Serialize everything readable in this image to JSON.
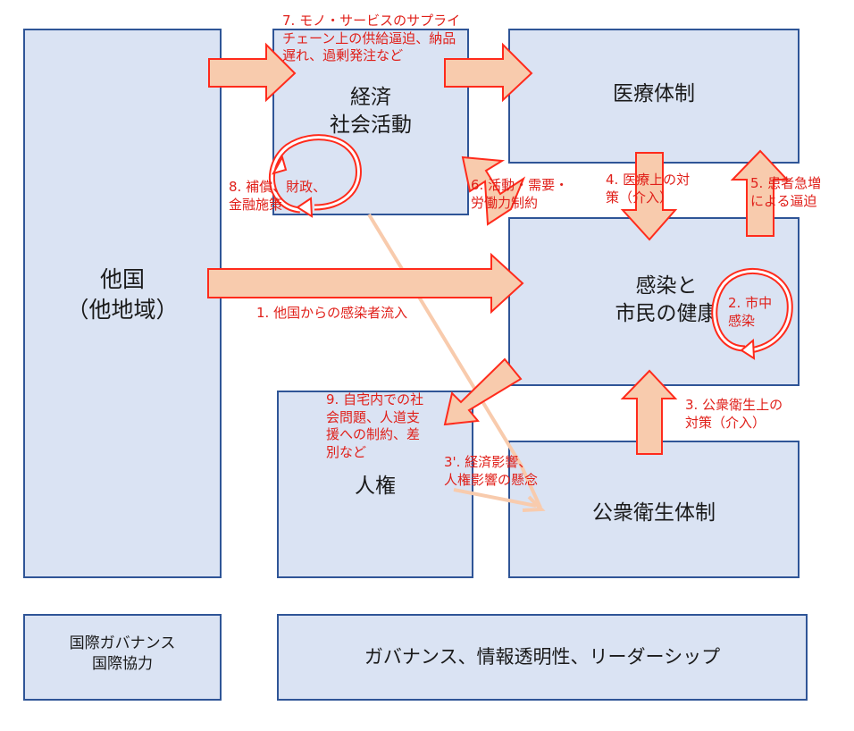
{
  "boxes": {
    "other_countries": "他国\n（他地域）",
    "economy": "経済\n社会活動",
    "medical": "医療体制",
    "infection": "感染と\n市民の健康",
    "human_rights": "人権",
    "public_health": "公衆衛生体制",
    "intl_governance": "国際ガバナンス\n国際協力",
    "governance": "ガバナンス、情報透明性、リーダーシップ"
  },
  "labels": {
    "l1": "1. 他国からの感染者流入",
    "l2": "2. 市中\n感染",
    "l3": "3. 公衆衛生上の\n対策（介入）",
    "l3b": "3'. 経済影響、\n人権影響の懸念",
    "l4": "4. 医療上の対\n策（介入）",
    "l5": "5. 患者急増\nによる逼迫",
    "l6": "6. 活動・需要・\n労働力制約",
    "l7": "7. モノ・サービスのサプライ\nチェーン上の供給逼迫、納品\n遅れ、過剰発注など",
    "l8": "8. 補償、財政、\n金融施策",
    "l9": "9. 自宅内での社\n会問題、人道支\n援への制約、差\n別など"
  },
  "colors": {
    "box_fill": "#dae3f3",
    "box_border": "#2f5597",
    "arrow_fill": "#f8cbad",
    "arrow_stroke": "#ff2b1c",
    "label_text": "#e0201a"
  }
}
